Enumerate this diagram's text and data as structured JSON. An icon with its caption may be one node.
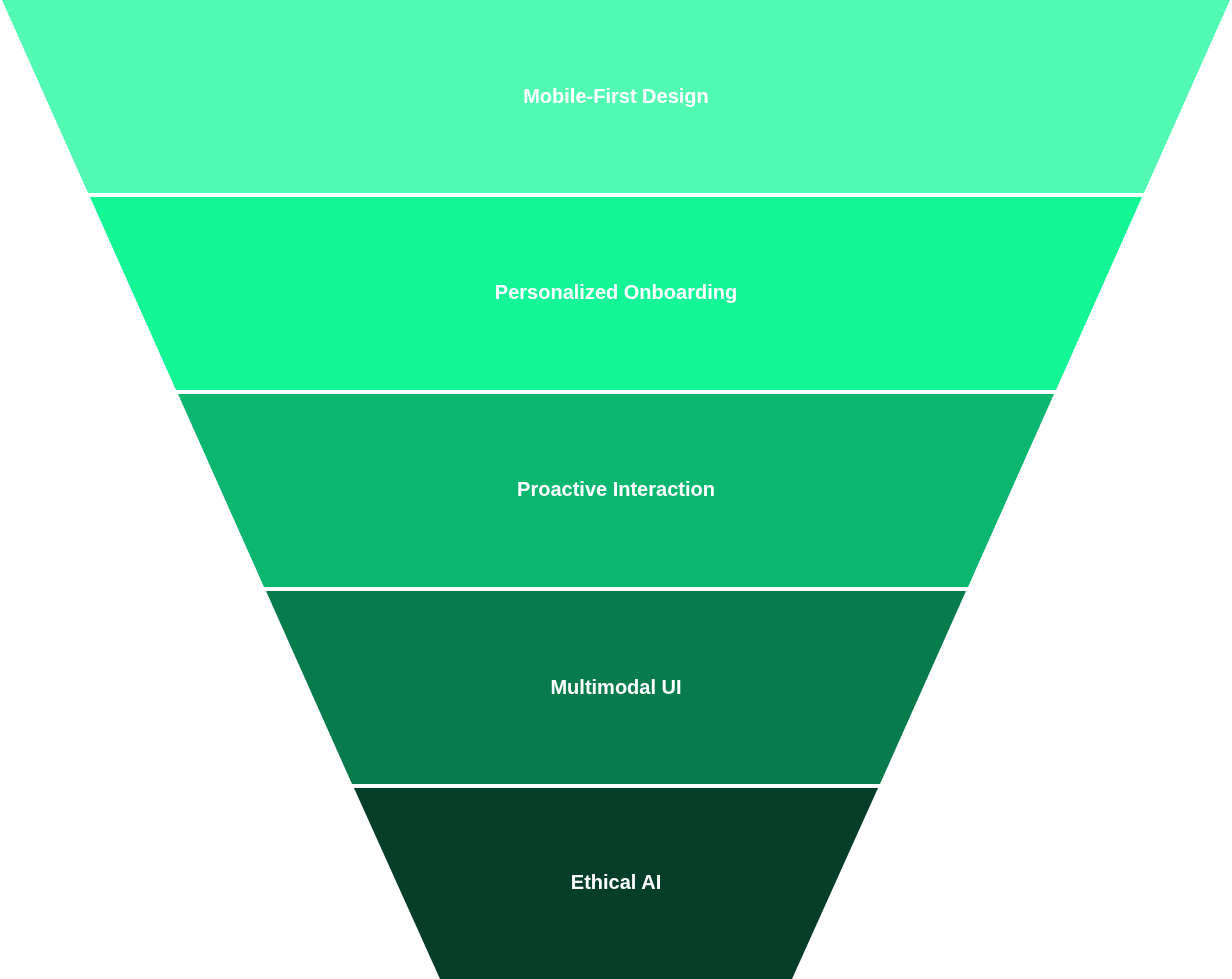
{
  "diagram": {
    "nodes": [
      {
        "text": [
          "Mobile-First Design"
        ]
      },
      {
        "text": [
          "Personalized Onboarding"
        ]
      },
      {
        "text": [
          "Proactive Interaction"
        ]
      },
      {
        "text": [
          "Multimodal UI"
        ]
      },
      {
        "text": [
          "Ethical AI"
        ]
      }
    ]
  }
}
